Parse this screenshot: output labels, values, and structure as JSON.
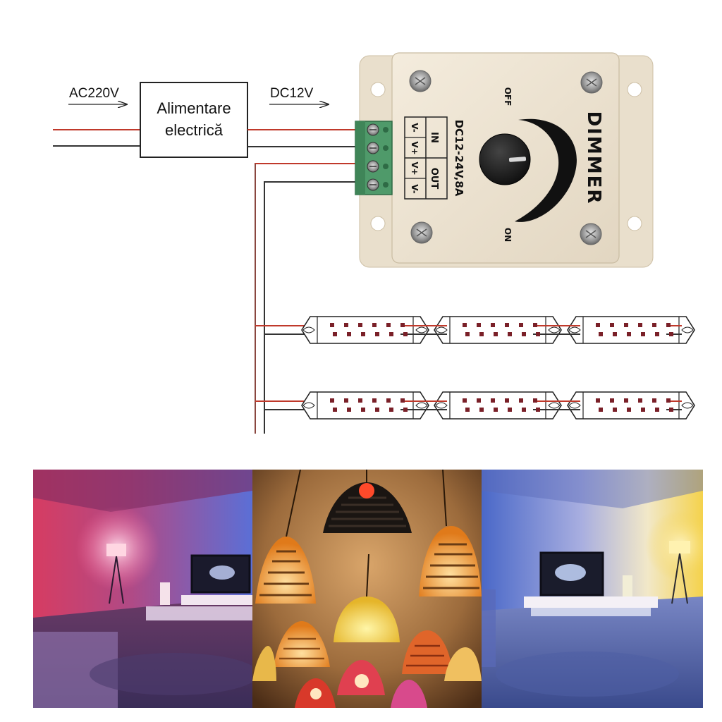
{
  "diagram": {
    "input_label": "AC220V",
    "output_label": "DC12V",
    "psu_line1": "Alimentare",
    "psu_line2": "electrică"
  },
  "dimmer": {
    "title": "DIMMER",
    "spec": "DC12-24V,8A",
    "terminal_in": "IN",
    "terminal_out": "OUT",
    "pins": [
      "V-",
      "V+",
      "V+",
      "V-"
    ],
    "off_label": "OFF",
    "on_label": "ON"
  },
  "colors": {
    "wire_positive": "#c0392b",
    "wire_negative": "#333333",
    "terminal_block": "#4f9a6a",
    "dimmer_body": "#efe6d6",
    "knob": "#1c1c1c",
    "led_chip": "#7a2028"
  },
  "led_strips": {
    "rows": 2,
    "segments_per_row": 3
  },
  "photos": [
    {
      "name": "living-room-red-blue"
    },
    {
      "name": "pendant-lamps"
    },
    {
      "name": "living-room-blue-yellow"
    }
  ]
}
